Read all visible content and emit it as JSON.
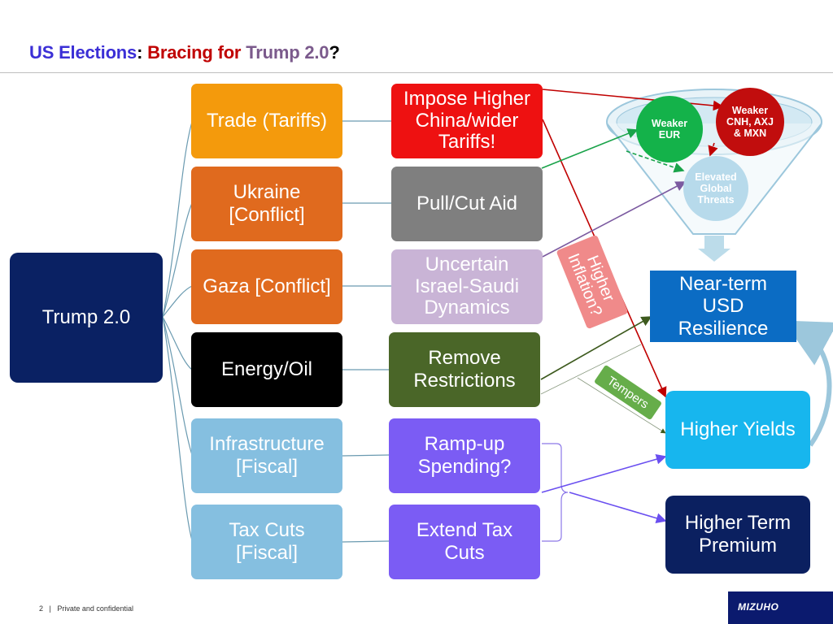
{
  "title": {
    "part1": "US Elections",
    "colon": ":",
    "part2": " Bracing for ",
    "part3": "Trump 2.0",
    "qmark": "?"
  },
  "nodes": {
    "root": "Trump 2.0",
    "categories": {
      "trade": "Trade (Tariffs)",
      "ukraine": "Ukraine [Conflict]",
      "gaza": "Gaza [Conflict]",
      "energy": "Energy/Oil",
      "infrastructure": "Infrastructure [Fiscal]",
      "tax": "Tax Cuts [Fiscal]"
    },
    "policies": {
      "tariffs": "Impose Higher China/wider Tariffs!",
      "aid": "Pull/Cut Aid",
      "israel": "Uncertain Israel-Saudi Dynamics",
      "restrictions": "Remove Restrictions",
      "spending": "Ramp-up Spending?",
      "extend_tax": "Extend Tax Cuts"
    },
    "bubbles": {
      "eur": "Weaker EUR",
      "cnh": "Weaker CNH, AXJ & MXN",
      "threats": "Elevated Global Threats"
    },
    "outcomes": {
      "usd": "Near-term USD Resilience",
      "yields": "Higher Yields",
      "term": "Higher Term Premium"
    },
    "labels": {
      "inflation": "Higher Inflation?",
      "tempers": "Tempers"
    }
  },
  "footer": {
    "page": "2",
    "sep": "|",
    "text": "Private and confidential"
  },
  "logo": "MIZUHO",
  "colors": {
    "title_blue": "#3b2fd6",
    "title_red": "#c00000",
    "title_purple": "#7b5a8c",
    "root": "#0a2163",
    "trade": "#f49a0c",
    "conflict": "#e06a1e",
    "energy": "#000000",
    "fiscal": "#85bfe0",
    "tariffs": "#ee1111",
    "aid": "#7f7f7f",
    "israel": "#c9b4d6",
    "restrictions": "#4a6628",
    "spending": "#7b5cf4",
    "usd": "#0b6cc4",
    "yields": "#17b6ee",
    "term": "#0b2060",
    "eur": "#14b24a",
    "cnh": "#c10d0d",
    "threats": "#b7daeb",
    "inflation": "#f08a8a",
    "tempers": "#66ad4a"
  }
}
